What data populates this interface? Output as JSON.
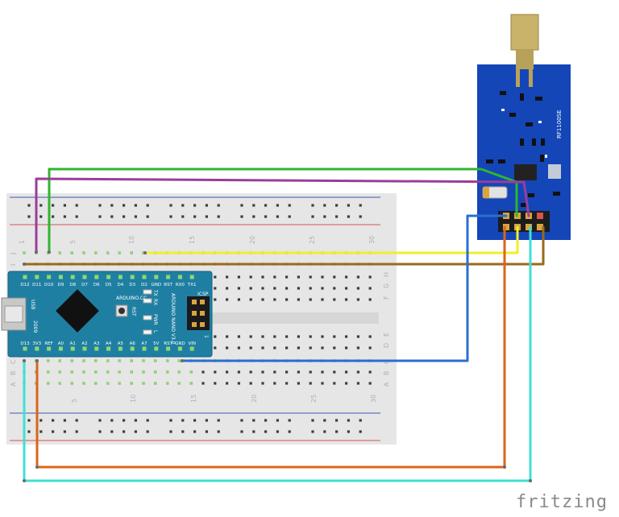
{
  "brand": "fritzing",
  "colors": {
    "breadboard": "#e6e6e6",
    "rail_red": "#d9534f",
    "rail_blue": "#3a58b8",
    "nano_board": "#1f7fa3",
    "rf_board": "#1446b8",
    "wire_green": "#2fb52f",
    "wire_purple": "#9a3d9a",
    "wire_yellow": "#f2ee2a",
    "wire_brown": "#9a6a1a",
    "wire_blue": "#2a6fd0",
    "wire_orange": "#d9661a",
    "wire_cyan": "#3fe0d6",
    "pin_green": "#8fd86f"
  },
  "breadboard": {
    "col_numbers": [
      "1",
      "5",
      "10",
      "15",
      "20",
      "25",
      "30"
    ],
    "row_letters_top": [
      "J",
      "I",
      "H",
      "G",
      "F"
    ],
    "row_letters_bottom": [
      "E",
      "D",
      "C",
      "B",
      "A"
    ]
  },
  "nano": {
    "top_pins": [
      "D12",
      "D11",
      "D10",
      "D9",
      "D8",
      "D7",
      "D6",
      "D5",
      "D4",
      "D3",
      "D2",
      "GND",
      "RST",
      "RX0",
      "TX1"
    ],
    "bottom_pins": [
      "D13",
      "3V3",
      "REF",
      "A0",
      "A1",
      "A2",
      "A3",
      "A4",
      "A5",
      "A6",
      "A7",
      "5V",
      "RST",
      "GND",
      "VIN"
    ],
    "usb_label": "USB",
    "site_label": "ARDUINO.CC",
    "name_label": "ARDUINO NANO V3.0",
    "year_label": "2009",
    "icsp_label": "ICSP",
    "rst_label": "RST",
    "tx_label": "TX",
    "rx_label": "RX",
    "pwr_label": "PWR",
    "l_label": "L",
    "one_label": "1"
  },
  "rf_module": {
    "label": "RF1100SE"
  }
}
